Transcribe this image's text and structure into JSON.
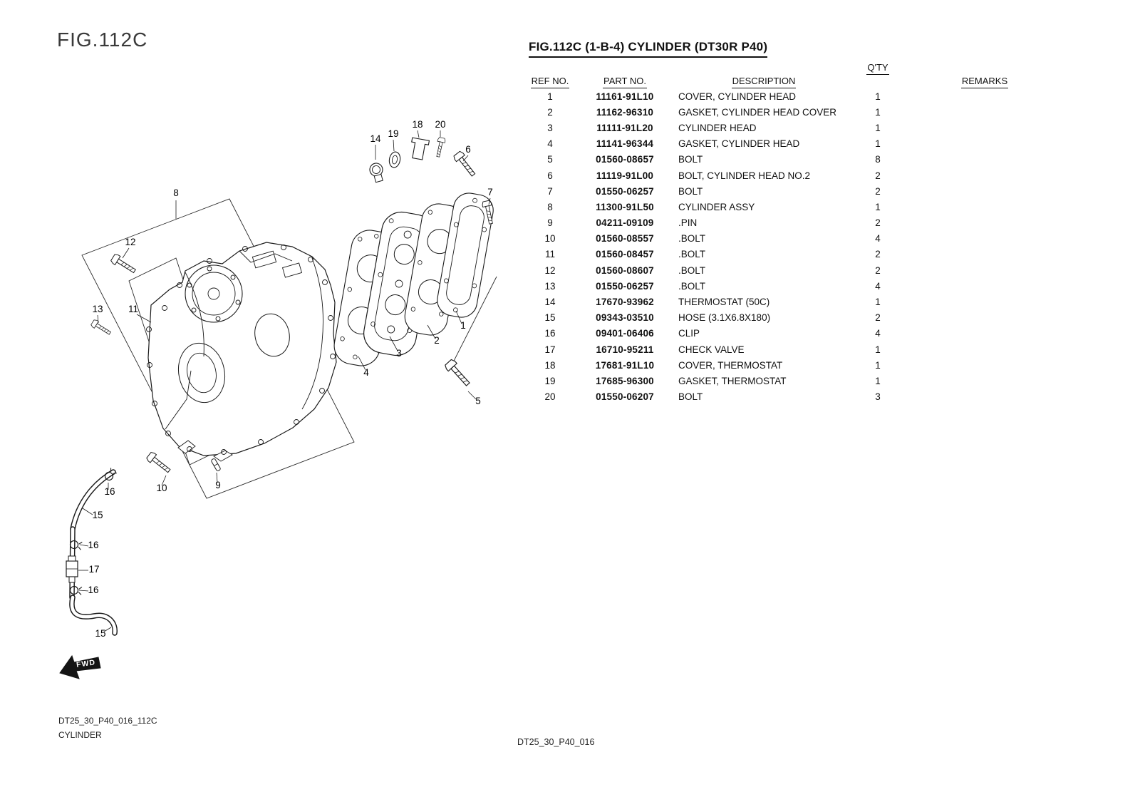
{
  "page": {
    "fig_label": "FIG.112C",
    "footer_left_line1": "DT25_30_P40_016_112C",
    "footer_left_line2": "CYLINDER",
    "footer_center": "DT25_30_P40_016"
  },
  "table": {
    "title": "FIG.112C (1-B-4) CYLINDER (DT30R P40)",
    "headers": {
      "ref": "REF NO.",
      "part": "PART NO.",
      "desc": "DESCRIPTION",
      "qty": "Q'TY",
      "remarks": "REMARKS"
    },
    "rows": [
      {
        "ref": "1",
        "part": "11161-91L10",
        "desc": "COVER, CYLINDER HEAD",
        "qty": "1",
        "remarks": ""
      },
      {
        "ref": "2",
        "part": "11162-96310",
        "desc": "GASKET, CYLINDER HEAD COVER",
        "qty": "1",
        "remarks": ""
      },
      {
        "ref": "3",
        "part": "11111-91L20",
        "desc": "CYLINDER HEAD",
        "qty": "1",
        "remarks": ""
      },
      {
        "ref": "4",
        "part": "11141-96344",
        "desc": "GASKET, CYLINDER HEAD",
        "qty": "1",
        "remarks": ""
      },
      {
        "ref": "5",
        "part": "01560-08657",
        "desc": "BOLT",
        "qty": "8",
        "remarks": ""
      },
      {
        "ref": "6",
        "part": "11119-91L00",
        "desc": "BOLT, CYLINDER HEAD NO.2",
        "qty": "2",
        "remarks": ""
      },
      {
        "ref": "7",
        "part": "01550-06257",
        "desc": "BOLT",
        "qty": "2",
        "remarks": ""
      },
      {
        "ref": "8",
        "part": "11300-91L50",
        "desc": "CYLINDER ASSY",
        "qty": "1",
        "remarks": ""
      },
      {
        "ref": "9",
        "part": "04211-09109",
        "desc": ".PIN",
        "qty": "2",
        "remarks": ""
      },
      {
        "ref": "10",
        "part": "01560-08557",
        "desc": ".BOLT",
        "qty": "4",
        "remarks": ""
      },
      {
        "ref": "11",
        "part": "01560-08457",
        "desc": ".BOLT",
        "qty": "2",
        "remarks": ""
      },
      {
        "ref": "12",
        "part": "01560-08607",
        "desc": ".BOLT",
        "qty": "2",
        "remarks": ""
      },
      {
        "ref": "13",
        "part": "01550-06257",
        "desc": ".BOLT",
        "qty": "4",
        "remarks": ""
      },
      {
        "ref": "14",
        "part": "17670-93962",
        "desc": "THERMOSTAT (50C)",
        "qty": "1",
        "remarks": ""
      },
      {
        "ref": "15",
        "part": "09343-03510",
        "desc": "HOSE (3.1X6.8X180)",
        "qty": "2",
        "remarks": ""
      },
      {
        "ref": "16",
        "part": "09401-06406",
        "desc": "CLIP",
        "qty": "4",
        "remarks": ""
      },
      {
        "ref": "17",
        "part": "16710-95211",
        "desc": "CHECK VALVE",
        "qty": "1",
        "remarks": ""
      },
      {
        "ref": "18",
        "part": "17681-91L10",
        "desc": "COVER, THERMOSTAT",
        "qty": "1",
        "remarks": ""
      },
      {
        "ref": "19",
        "part": "17685-96300",
        "desc": "GASKET, THERMOSTAT",
        "qty": "1",
        "remarks": ""
      },
      {
        "ref": "20",
        "part": "01550-06207",
        "desc": "BOLT",
        "qty": "3",
        "remarks": ""
      }
    ]
  },
  "diagram": {
    "fwd_label": "FWD",
    "callouts": [
      "14",
      "19",
      "18",
      "20",
      "6",
      "8",
      "12",
      "7",
      "13",
      "11",
      "1",
      "2",
      "3",
      "4",
      "5",
      "16",
      "10",
      "9",
      "15",
      "16",
      "17",
      "16",
      "15"
    ]
  }
}
